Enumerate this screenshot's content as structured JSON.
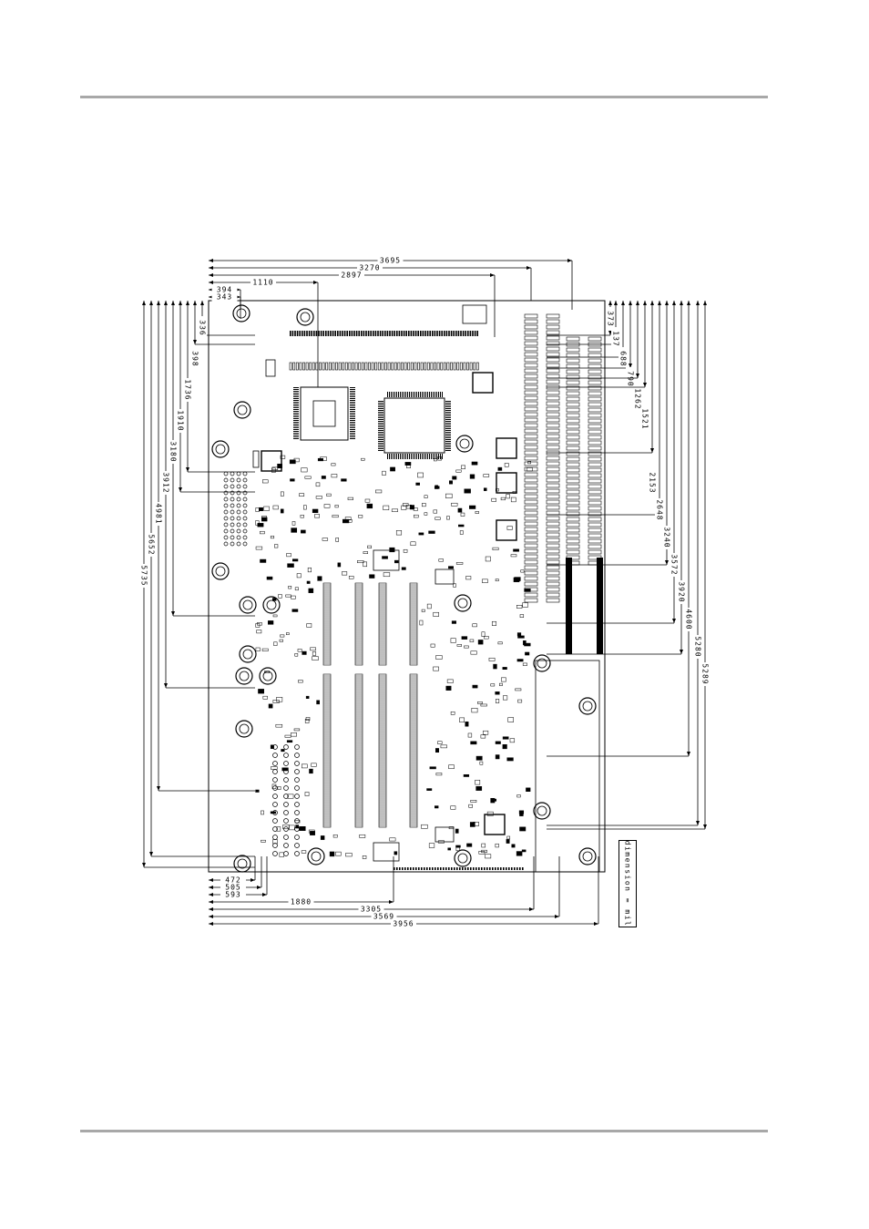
{
  "legend": "dimension = mil",
  "dimensions": {
    "top": [
      "3695",
      "3270",
      "2897",
      "1110",
      "394",
      "343"
    ],
    "left_rotated": [
      "336",
      "398",
      "1736",
      "1910",
      "3180",
      "3912",
      "4981",
      "5652",
      "5735"
    ],
    "right_rotated": [
      "373",
      "137",
      "688",
      "790",
      "1262",
      "1521",
      "2153",
      "2648",
      "3240",
      "3572",
      "3920",
      "4600",
      "5280",
      "5289"
    ],
    "bottom": [
      "472",
      "505",
      "593",
      "1880",
      "3305",
      "3569",
      "3956"
    ]
  }
}
